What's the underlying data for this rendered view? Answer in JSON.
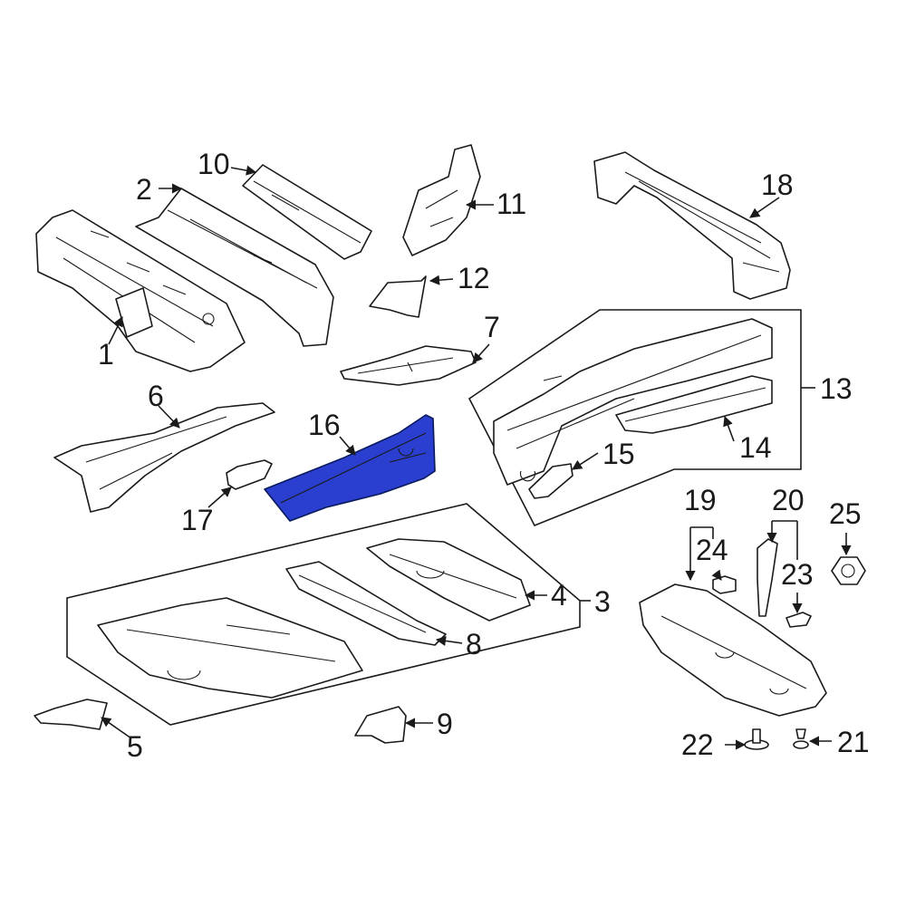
{
  "diagram": {
    "highlight_color": "#2a3fcf",
    "callouts": {
      "c1": "1",
      "c2": "2",
      "c3": "3",
      "c4": "4",
      "c5": "5",
      "c6": "6",
      "c7": "7",
      "c8": "8",
      "c9": "9",
      "c10": "10",
      "c11": "11",
      "c12": "12",
      "c13": "13",
      "c14": "14",
      "c15": "15",
      "c16": "16",
      "c17": "17",
      "c18": "18",
      "c19": "19",
      "c20": "20",
      "c21": "21",
      "c22": "22",
      "c23": "23",
      "c24": "24",
      "c25": "25"
    }
  }
}
